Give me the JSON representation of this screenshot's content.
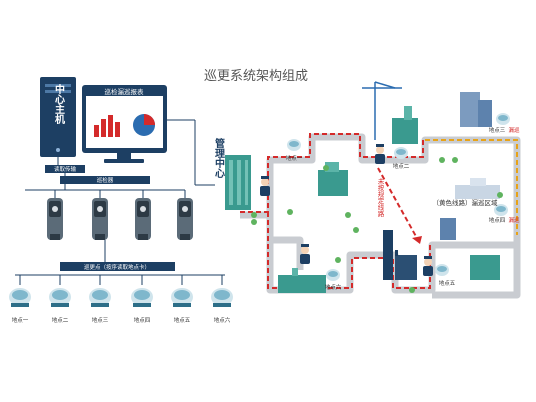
{
  "title": "巡更系统架构组成",
  "host": {
    "label": "中心主机"
  },
  "monitor": {
    "banner": "巡检漏巡报表"
  },
  "link_read": "读取传输",
  "reader_bar": "巡检器",
  "point_bar": "巡更点（按序读取地点卡）",
  "mgmt": "管理中心",
  "points_left": [
    "地点一",
    "地点二",
    "地点三",
    "地点四",
    "地点五",
    "地点六"
  ],
  "map_points": {
    "p1": "地点一",
    "p2": "地点二",
    "p3": "地点三",
    "p3_tag": "漏巡",
    "p4": "地点四",
    "p4_tag": "漏巡",
    "p5": "地点五",
    "p6": "地点六"
  },
  "yellow_route": "（黄色线路）漏巡区域",
  "red_route": "未按规定线路",
  "colors": {
    "navy": "#1d3f63",
    "blue": "#2b6cb0",
    "teal": "#3a9a8f",
    "red": "#d42a2a",
    "yellow": "#e8a317",
    "road": "#c9ccd1",
    "tree": "#5fb35f"
  }
}
